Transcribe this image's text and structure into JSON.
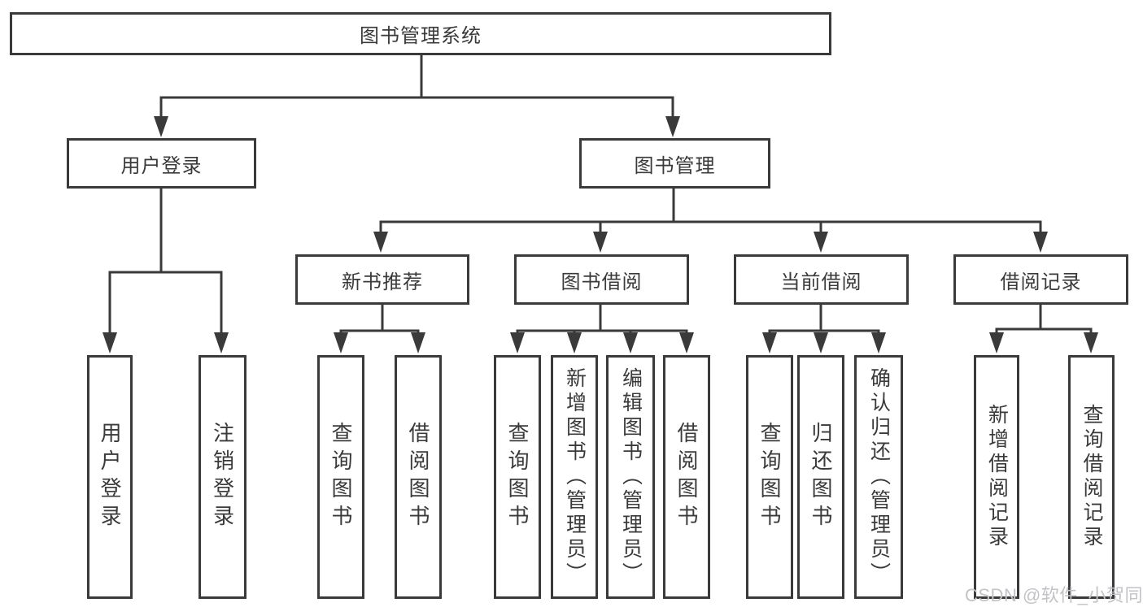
{
  "colors": {
    "line": "#3a3a3a",
    "text": "#3a3a3a",
    "box_bg": "#ffffff",
    "watermark": "#c3c3c7"
  },
  "watermark": "CSDN @软件_小贺同学",
  "nodes": {
    "root": "图书管理系统",
    "user_login": "用户登录",
    "book_mgmt": "图书管理",
    "new_books": "新书推荐",
    "book_borrow": "图书借阅",
    "current_borrow": "当前借阅",
    "borrow_records": "借阅记录",
    "leaf_user_login": "用户登录",
    "leaf_logout": "注销登录",
    "nb_query": "查询图书",
    "nb_borrow": "借阅图书",
    "bb_query": "查询图书",
    "bb_add": "新增图书（管理员）",
    "bb_edit": "编辑图书（管理员）",
    "bb_borrow": "借阅图书",
    "cb_query": "查询图书",
    "cb_return": "归还图书",
    "cb_confirm": "确认归还（管理员）",
    "br_add": "新增借阅记录",
    "br_query": "查询借阅记录"
  }
}
